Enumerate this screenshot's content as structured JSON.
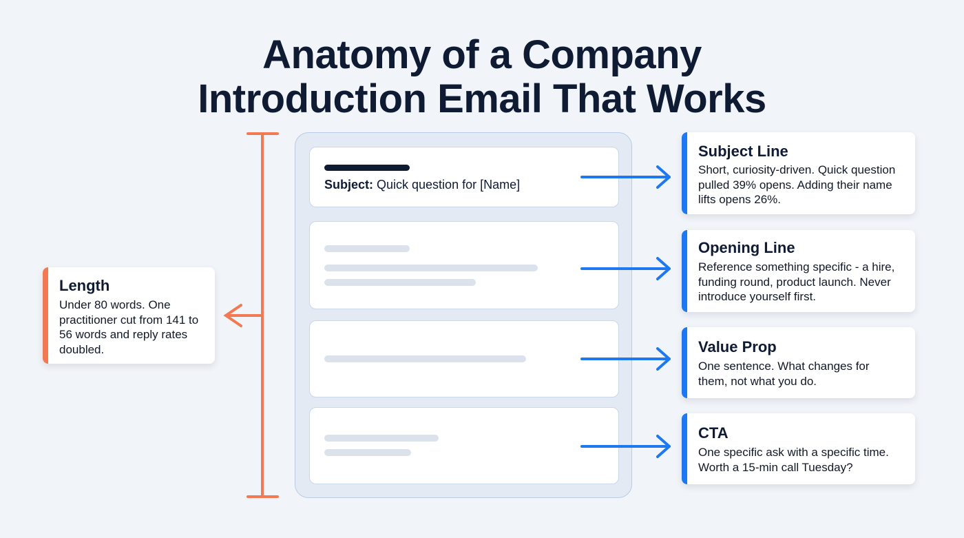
{
  "title": {
    "line1": "Anatomy of a Company",
    "line2": "Introduction Email That Works"
  },
  "colors": {
    "title": "#0f1a33",
    "accent_blue": "#1e78f0",
    "accent_orange": "#f27a52",
    "email_frame": "#e3eaf4",
    "placeholder_bar": "#dbe2ec",
    "background": "#f1f4f9"
  },
  "email_mockup": {
    "subject_label": "Subject:",
    "subject_value": " Quick question for [Name]",
    "sections": [
      "subject",
      "opening-line",
      "value-prop",
      "cta"
    ]
  },
  "length_annotation": {
    "title": "Length",
    "body": "Under 80 words. One practitioner cut from 141 to 56 words and reply rates doubled.",
    "icon": "bracket-arrow-left-icon"
  },
  "callouts": [
    {
      "title": "Subject Line",
      "body": "Short, curiosity-driven. Quick question pulled 39% opens. Adding their name lifts opens 26%."
    },
    {
      "title": "Opening Line",
      "body": "Reference something specific - a hire, funding round, product launch. Never introduce yourself first."
    },
    {
      "title": "Value Prop",
      "body": "One sentence. What changes for them, not what you do."
    },
    {
      "title": "CTA",
      "body": "One specific ask with a specific time. Worth a 15-min call Tuesday?"
    }
  ]
}
